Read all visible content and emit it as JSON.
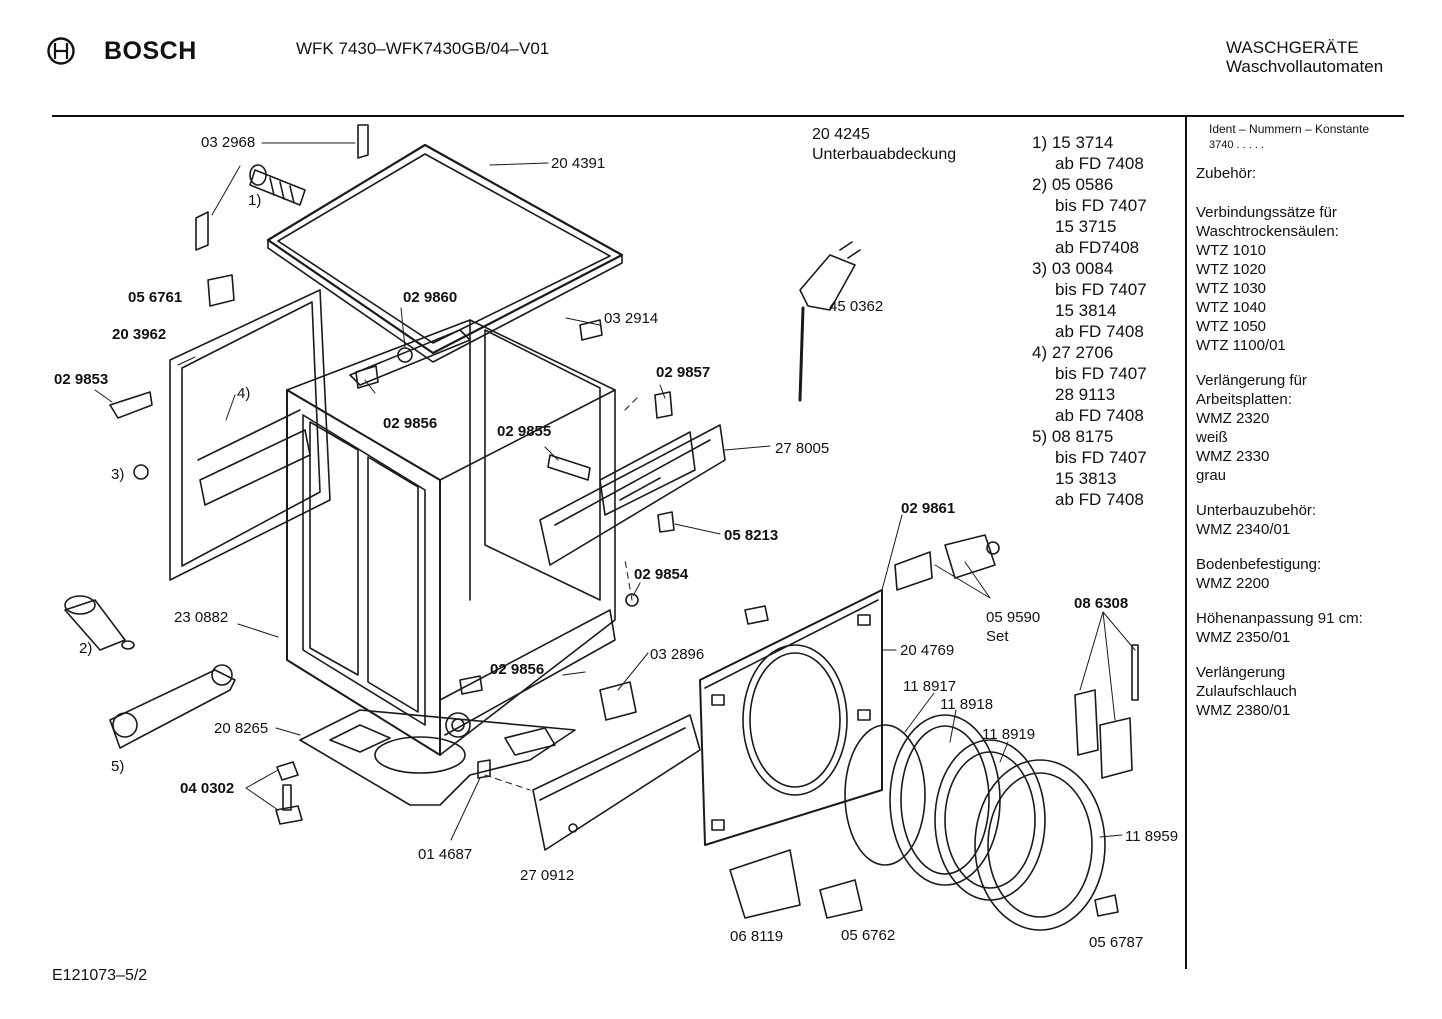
{
  "header": {
    "brand": "BOSCH",
    "model": "WFK 7430–WFK7430GB/04–V01",
    "category": "WASCHGERÄTE",
    "subcategory": "Waschvollautomaten"
  },
  "footer": {
    "code": "E121073–5/2"
  },
  "part_labels": [
    {
      "id": "p1",
      "text": "03 2968",
      "bold": false
    },
    {
      "id": "p2",
      "text": "1)",
      "bold": false
    },
    {
      "id": "p3",
      "text": "20 4391",
      "bold": false
    },
    {
      "id": "p4",
      "text": "05 6761",
      "bold": true
    },
    {
      "id": "p5",
      "text": "02 9860",
      "bold": true
    },
    {
      "id": "p6",
      "text": "20 3962",
      "bold": true
    },
    {
      "id": "p7",
      "text": "03 2914",
      "bold": false
    },
    {
      "id": "p8",
      "text": "02 9853",
      "bold": true
    },
    {
      "id": "p9",
      "text": "4)",
      "bold": false
    },
    {
      "id": "p10",
      "text": "02 9857",
      "bold": true
    },
    {
      "id": "p11",
      "text": "02 9856",
      "bold": true
    },
    {
      "id": "p12",
      "text": "02 9855",
      "bold": true
    },
    {
      "id": "p13",
      "text": "3)",
      "bold": false
    },
    {
      "id": "p14",
      "text": "27 8005",
      "bold": false
    },
    {
      "id": "p15",
      "text": "05 8213",
      "bold": true
    },
    {
      "id": "p16",
      "text": "02 9861",
      "bold": true
    },
    {
      "id": "p17",
      "text": "02 9854",
      "bold": true
    },
    {
      "id": "p18",
      "text": "23 0882",
      "bold": false
    },
    {
      "id": "p19",
      "text": "2)",
      "bold": false
    },
    {
      "id": "p20",
      "text": "05 9590",
      "bold": false
    },
    {
      "id": "p21",
      "text": "Set",
      "bold": false
    },
    {
      "id": "p22",
      "text": "08 6308",
      "bold": true
    },
    {
      "id": "p23",
      "text": "03 2896",
      "bold": false
    },
    {
      "id": "p24",
      "text": "20 4769",
      "bold": false
    },
    {
      "id": "p25",
      "text": "02 9856",
      "bold": true
    },
    {
      "id": "p26",
      "text": "11 8917",
      "bold": false
    },
    {
      "id": "p27",
      "text": "11 8918",
      "bold": false
    },
    {
      "id": "p28",
      "text": "20 8265",
      "bold": false
    },
    {
      "id": "p29",
      "text": "11 8919",
      "bold": false
    },
    {
      "id": "p30",
      "text": "5)",
      "bold": false
    },
    {
      "id": "p31",
      "text": "04 0302",
      "bold": true
    },
    {
      "id": "p32",
      "text": "11 8959",
      "bold": false
    },
    {
      "id": "p33",
      "text": "01 4687",
      "bold": false
    },
    {
      "id": "p34",
      "text": "27 0912",
      "bold": false
    },
    {
      "id": "p35",
      "text": "06 8119",
      "bold": false
    },
    {
      "id": "p36",
      "text": "05 6762",
      "bold": false
    },
    {
      "id": "p37",
      "text": "05 6787",
      "bold": false
    },
    {
      "id": "p38",
      "text": "45 0362",
      "bold": false
    }
  ],
  "cover_note": {
    "number": "20 4245",
    "text": "Unterbauabdeckung"
  },
  "notes": [
    "1) 15 3714",
    "ab FD 7408",
    "2) 05 0586",
    "bis FD 7407",
    "15 3715",
    "ab FD7408",
    "3) 03 0084",
    "bis FD 7407",
    "15 3814",
    "ab FD 7408",
    "4) 27 2706",
    "bis FD 7407",
    "28 9113",
    "ab FD 7408",
    "5) 08 8175",
    "bis FD 7407",
    "15 3813",
    "ab FD 7408"
  ],
  "sidebar": {
    "ident_title": "Ident – Nummern – Konstante",
    "ident_value": "3740  .  .  .  .  .",
    "accessories_title": "Zubehör:",
    "groups": [
      {
        "lines": [
          "Verbindungssätze für",
          "Waschtrockensäulen:",
          "WTZ 1010",
          "WTZ 1020",
          "WTZ 1030",
          "WTZ 1040",
          "WTZ 1050",
          "WTZ 1100/01"
        ]
      },
      {
        "lines": [
          "Verlängerung für",
          "Arbeitsplatten:",
          "WMZ 2320",
          "weiß",
          "WMZ 2330",
          "grau"
        ]
      },
      {
        "lines": [
          "Unterbauzubehör:",
          "WMZ 2340/01"
        ]
      },
      {
        "lines": [
          "Bodenbefestigung:",
          "WMZ 2200"
        ]
      },
      {
        "lines": [
          "Höhenanpassung 91 cm:",
          "WMZ 2350/01"
        ]
      },
      {
        "lines": [
          "Verlängerung",
          "Zulaufschlauch",
          "WMZ 2380/01"
        ]
      }
    ]
  }
}
